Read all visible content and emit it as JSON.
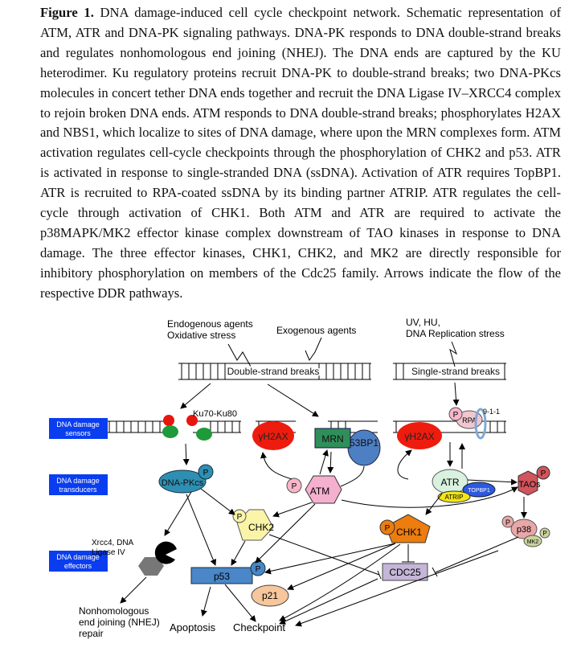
{
  "caption": {
    "label": "Figure 1.",
    "text": "DNA damage-induced cell cycle checkpoint network. Schematic representation of ATM, ATR and DNA-PK signaling pathways. DNA-PK responds to DNA double-strand breaks and regulates nonhomologous end joining (NHEJ). The DNA ends are captured by the KU heterodimer. Ku regulatory proteins recruit DNA-PK to double-strand breaks; two DNA-PKcs molecules in concert tether DNA ends together and recruit the DNA Ligase IV–XRCC4 complex to rejoin broken DNA ends. ATM responds to DNA double-strand breaks; phosphorylates H2AX and NBS1, which localize to sites of DNA damage, where upon the MRN complexes form. ATM activation regulates cell-cycle checkpoints through the phosphorylation of CHK2 and p53. ATR is activated in response to single-stranded DNA (ssDNA). Activation of ATR requires TopBP1. ATR is recruited to RPA-coated ssDNA by its binding partner ATRIP. ATR regulates the cell-cycle through activation of CHK1. Both ATM and ATR are required to activate the p38MAPK/MK2 effector kinase complex downstream of TAO kinases in response to DNA damage. The three effector kinases, CHK1, CHK2, and MK2 are directly responsible for inhibitory phosphorylation on members of the Cdc25 family. Arrows indicate the flow of the respective DDR pathways."
  },
  "diagram": {
    "stress": {
      "endogenous_1": "Endogenous agents",
      "endogenous_2": "Oxidative stress",
      "exogenous": "Exogenous agents",
      "uv_1": "UV, HU,",
      "uv_2": "DNA Replication stress"
    },
    "dna": {
      "double_strand_breaks": "Double-strand breaks",
      "single_strand_breaks": "Single-strand breaks",
      "ku": "Ku70-Ku80",
      "nine_one_one": "9-1-1"
    },
    "levels": {
      "sensors_1": "DNA damage",
      "sensors_2": "sensors",
      "transducers_1": "DNA damage",
      "transducers_2": "transducers",
      "effectors_1": "DNA damage",
      "effectors_2": "effectors"
    },
    "nodes": {
      "gh2ax_left": "γH2AX",
      "mrn": "MRN",
      "bp53": "53BP1",
      "gh2ax_right": "γH2AX",
      "rpa": "RPA",
      "p": "P",
      "dnapkcs": "DNA-PKcs",
      "atm": "ATM",
      "atr": "ATR",
      "topbp1": "TOPBP1",
      "atrip": "ATRIP",
      "taos": "TAOs",
      "chk2": "CHK2",
      "chk1": "CHK1",
      "p38": "p38",
      "mk2": "MK2",
      "xrcc4_1": "Xrcc4, DNA",
      "xrcc4_2": "Ligase IV",
      "p53": "p53",
      "p21": "p21",
      "cdc25": "CDC25"
    },
    "outcomes": {
      "nhej_1": "Nonhomologous",
      "nhej_2": "end joining (NHEJ)",
      "nhej_3": "repair",
      "apoptosis": "Apoptosis",
      "checkpoint": "Checkpoint"
    },
    "colors": {
      "level_box": "#0a3df0",
      "gh2ax": "#ee1c0e",
      "mrn": "#2f8f5a",
      "bp53": "#4d7fc3",
      "phospho": "#f7b6c9",
      "dnapkcs": "#2f8fb2",
      "atm": "#f5b0cf",
      "atr": "#d9f1df",
      "topbp1": "#2d59e0",
      "atrip": "#f2e617",
      "taos": "#d2545c",
      "chk2": "#faf4a8",
      "chk1": "#ec7d0e",
      "p38": "#e9a7a7",
      "mk2": "#c9d29a",
      "p53": "#4a86c8",
      "p21": "#f6c79c",
      "cdc25": "#c5b6d8",
      "ku_red": "#e8150e",
      "ku_green": "#1e9a3a"
    }
  }
}
